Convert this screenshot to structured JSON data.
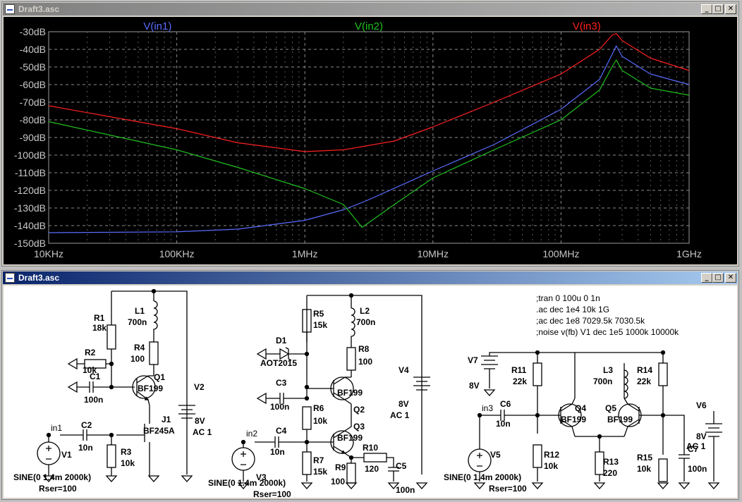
{
  "waveform_window": {
    "title": "Draft3.asc",
    "btn_min": "_",
    "btn_max": "□",
    "btn_close": "✕"
  },
  "schematic_window": {
    "title": "Draft3.asc",
    "btn_min": "_",
    "btn_max": "□",
    "btn_close": "✕"
  },
  "chart_data": {
    "type": "line",
    "x_scale": "log",
    "xlim": [
      10000,
      1000000000
    ],
    "ylim": [
      -150,
      -30
    ],
    "x_ticks": [
      "10KHz",
      "100KHz",
      "1MHz",
      "10MHz",
      "100MHz",
      "1GHz"
    ],
    "y_ticks": [
      "-30dB",
      "-40dB",
      "-50dB",
      "-60dB",
      "-70dB",
      "-80dB",
      "-90dB",
      "-100dB",
      "-110dB",
      "-120dB",
      "-130dB",
      "-140dB",
      "-150dB"
    ],
    "grid": true,
    "background": "#000000",
    "series": [
      {
        "name": "V(in1)",
        "color": "#5a6cff",
        "x": [
          10000,
          100000,
          300000,
          1000000,
          2000000,
          3000000,
          10000000,
          30000000,
          100000000,
          200000000,
          250000000,
          270000000,
          300000000,
          500000000,
          1000000000
        ],
        "y": [
          -144,
          -143.5,
          -142,
          -137,
          -131,
          -126,
          -109,
          -94,
          -74,
          -57,
          -43,
          -38,
          -44,
          -54,
          -60
        ]
      },
      {
        "name": "V(in2)",
        "color": "#20c020",
        "x": [
          10000,
          100000,
          300000,
          1000000,
          2000000,
          2800000,
          3200000,
          5000000,
          10000000,
          30000000,
          100000000,
          200000000,
          250000000,
          270000000,
          300000000,
          500000000,
          1000000000
        ],
        "y": [
          -81,
          -97,
          -107,
          -119,
          -128,
          -141,
          -138,
          -128,
          -113,
          -97,
          -80,
          -63,
          -50,
          -46,
          -52,
          -62,
          -66
        ]
      },
      {
        "name": "V(in3)",
        "color": "#ff2020",
        "x": [
          10000,
          100000,
          300000,
          1000000,
          2000000,
          5000000,
          10000000,
          30000000,
          100000000,
          200000000,
          250000000,
          270000000,
          300000000,
          500000000,
          1000000000
        ],
        "y": [
          -72,
          -85,
          -93,
          -98,
          -97,
          -92,
          -84,
          -70,
          -54,
          -40,
          -32,
          -31,
          -35,
          -45,
          -52
        ]
      }
    ]
  },
  "schematic": {
    "labels": {
      "R1": "R1",
      "R1v": "18k",
      "L1": "L1",
      "L1v": "700n",
      "R4": "R4",
      "R4v": "100",
      "R2": "R2",
      "R2v": "10k",
      "C1": "C1",
      "C1v": "100n",
      "Q1": "Q1",
      "Q1m": "BF199",
      "J1": "J1",
      "J1m": "BF245A",
      "C2": "C2",
      "C2v": "10n",
      "R3": "R3",
      "R3v": "10k",
      "in1": "in1",
      "V1": "V1",
      "V1v": "SINE(0 1.4m 2000k)",
      "V1r": "Rser=100",
      "V2": "V2",
      "V2v": "8V",
      "V2ac": "AC 1",
      "R5": "R5",
      "R5v": "15k",
      "L2": "L2",
      "L2v": "700n",
      "D1": "D1",
      "D1m": "AOT2015",
      "R8": "R8",
      "R8v": "100",
      "C3": "C3",
      "C3v": "100n",
      "R6": "R6",
      "R6v": "10k",
      "Q2": "Q2",
      "Q2m": "BF199",
      "Q3": "Q3",
      "Q3m": "BF199",
      "C4": "C4",
      "C4v": "10n",
      "in2": "in2",
      "R10": "R10",
      "R10v": "120",
      "R7": "R7",
      "R7v": "15k",
      "R9": "R9",
      "R9v": "100",
      "C5": "C5",
      "C5v": "100n",
      "V3": "V3",
      "V3v": "SINE(0 1.4m 2000k)",
      "V3r": "Rser=100",
      "V4": "V4",
      "V4v": "8V",
      "V4ac": "AC 1",
      "V7": "V7",
      "V7v": "8V",
      "R11": "R11",
      "R11v": "22k",
      "in3": "in3",
      "C6": "C6",
      "C6v": "10n",
      "Q4": "Q4",
      "Q4m": "BF199",
      "Q5": "Q5",
      "Q5m": "BF199",
      "L3": "L3",
      "L3v": "700n",
      "R14": "R14",
      "R14v": "22k",
      "R12": "R12",
      "R12v": "10k",
      "R13": "R13",
      "R13v": "220",
      "R15": "R15",
      "R15v": "10k",
      "C7": "C7",
      "C7v": "100n",
      "V5": "V5",
      "V5v": "SINE(0 1.4m 2000k)",
      "V5r": "Rser=100",
      "V6": "V6",
      "V6v": "8V",
      "V6ac": "AC 1"
    },
    "directives": [
      ";tran 0 100u 0 1n",
      ".ac dec 1e4 10k 1G",
      ";ac dec 1e8 7029.5k 7030.5k",
      ";noise v(fb) V1 dec 1e5 1000k 10000k"
    ]
  }
}
